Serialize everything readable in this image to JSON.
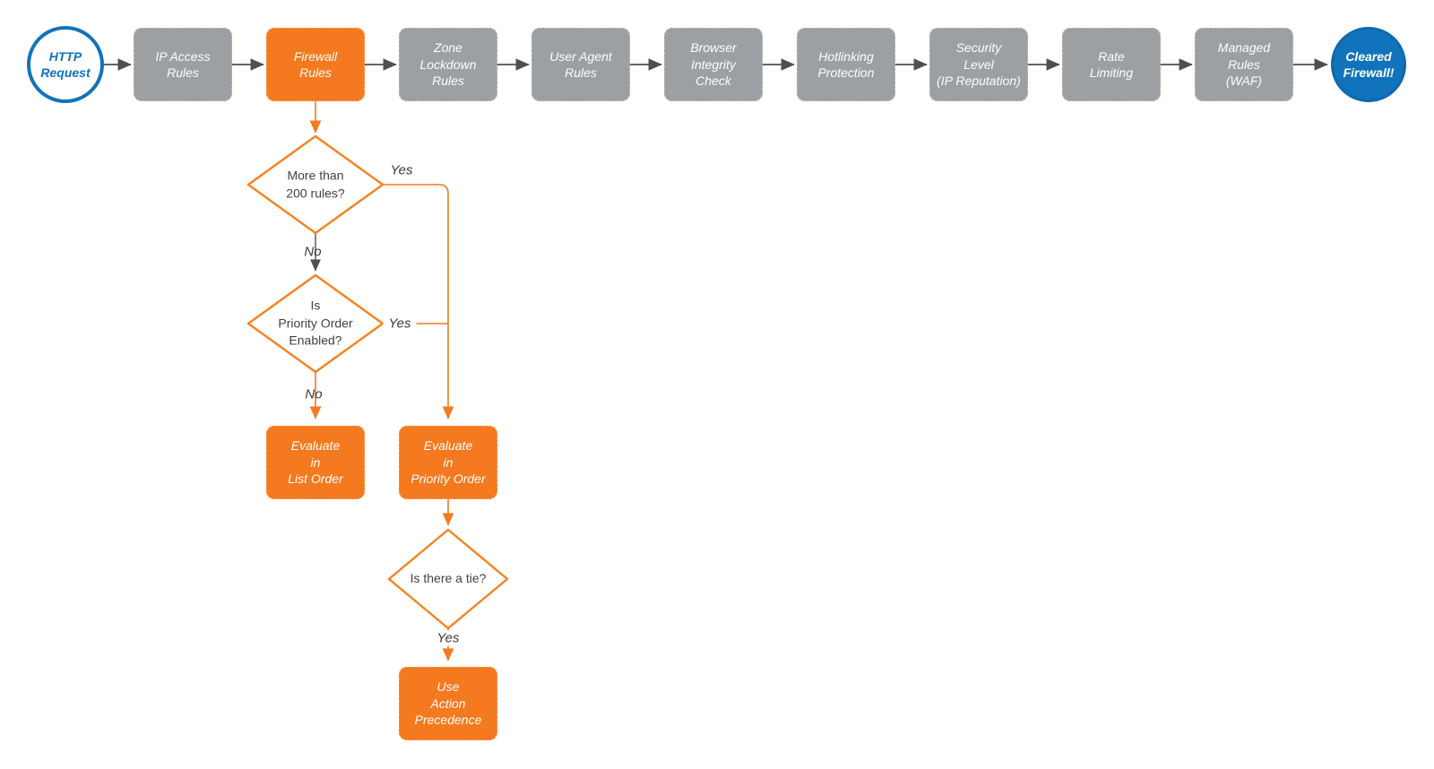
{
  "diagram": {
    "title_semantic": "Firewall request evaluation flowchart",
    "start": {
      "label": "HTTP\nRequest"
    },
    "end": {
      "label": "Cleared\nFirewall!"
    },
    "pipeline": [
      {
        "label": "IP Access\nRules"
      },
      {
        "label": "Firewall\nRules"
      },
      {
        "label": "Zone\nLockdown\nRules"
      },
      {
        "label": "User Agent\nRules"
      },
      {
        "label": "Browser\nIntegrity\nCheck"
      },
      {
        "label": "Hotlinking\nProtection"
      },
      {
        "label": "Security\nLevel\n(IP Reputation)"
      },
      {
        "label": "Rate\nLimiting"
      },
      {
        "label": "Managed\nRules\n(WAF)"
      }
    ],
    "decisions": {
      "rules_count": {
        "label": "More than\n200 rules?",
        "yes": "Yes",
        "no": "No"
      },
      "priority_enabled": {
        "label": "Is\nPriority Order\nEnabled?",
        "yes": "Yes",
        "no": "No"
      },
      "tie": {
        "label": "Is there a tie?",
        "yes": "Yes"
      }
    },
    "actions": {
      "list_order": {
        "label": "Evaluate\nin\nList Order"
      },
      "priority_order": {
        "label": "Evaluate\nin\nPriority Order"
      },
      "action_precedence": {
        "label": "Use\nAction\nPrecedence"
      }
    },
    "colors": {
      "orange": "#f5791f",
      "gray_node": "#9da0a3",
      "blue": "#1173bb",
      "connector_gray": "#4f4f4f",
      "text_dark": "#3f4245"
    }
  }
}
